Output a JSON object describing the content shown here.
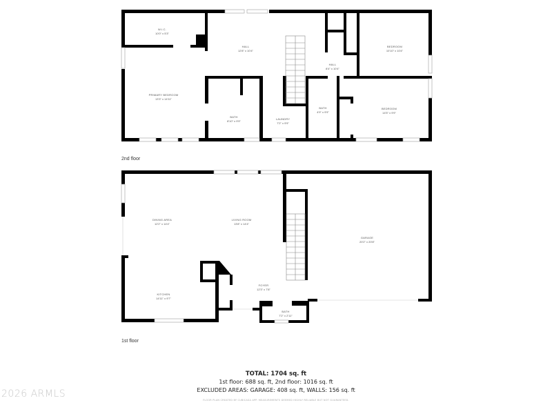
{
  "floors": [
    {
      "label": "2nd floor",
      "rooms": [
        {
          "name": "W.I.C.",
          "dims": "10'0\" x 5'3\""
        },
        {
          "name": "HALL",
          "dims": "12'8\" x 10'4\""
        },
        {
          "name": "HALL",
          "dims": "8'4\" x 10'4\""
        },
        {
          "name": "BEDROOM",
          "dims": "10'10\" x 10'4\""
        },
        {
          "name": "PRIMARY BEDROOM",
          "dims": "13'3\" x 14'11\""
        },
        {
          "name": "BATH",
          "dims": "8'10\" x 9'9\""
        },
        {
          "name": "LAUNDRY",
          "dims": "7'2\" x 9'9\""
        },
        {
          "name": "BATH",
          "dims": "4'9\" x 9'9\""
        },
        {
          "name": "BEDROOM",
          "dims": "14'5\" x 9'9\""
        }
      ]
    },
    {
      "label": "1st floor",
      "rooms": [
        {
          "name": "DINING AREA",
          "dims": "12'2\" x 14'4\""
        },
        {
          "name": "LIVING ROOM",
          "dims": "13'8\" x 14'4\""
        },
        {
          "name": "GARAGE",
          "dims": "20'2\" x 20'8\""
        },
        {
          "name": "KITCHEN",
          "dims": "14'11\" x 9'7\""
        },
        {
          "name": "FOYER",
          "dims": "12'3\" x 7'8\""
        },
        {
          "name": "BATH",
          "dims": "7'2\" x 2'11\""
        }
      ]
    }
  ],
  "summary": {
    "total": "TOTAL: 1704 sq. ft",
    "floors_line": "1st floor: 688 sq. ft, 2nd floor: 1016 sq. ft",
    "excluded_line": "EXCLUDED AREAS: GARAGE: 408 sq. ft, WALLS: 156 sq. ft",
    "disclaimer": "FLOOR PLAN CREATED BY CUBICASA APP. MEASUREMENTS DEEMED HIGHLY RELIABLE BUT NOT GUARANTEED."
  },
  "watermark": "2026 ARMLS",
  "colors": {
    "wall": "#000000",
    "window": "#cccccc",
    "background": "#ffffff"
  }
}
